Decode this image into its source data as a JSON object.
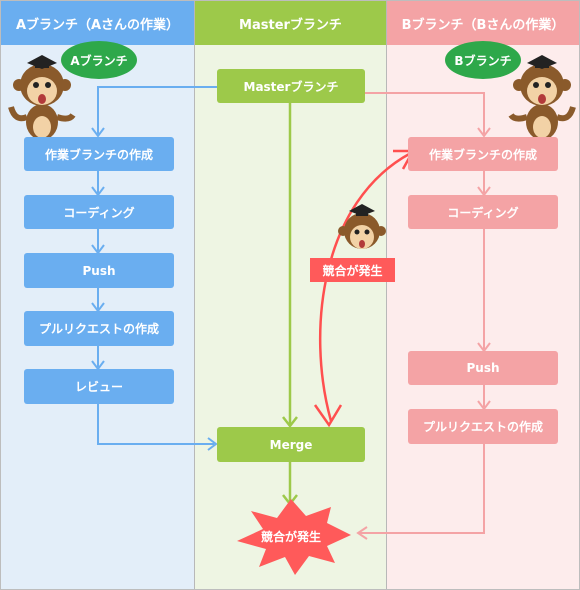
{
  "lanes": {
    "a": {
      "header": "Aブランチ（Aさんの作業）"
    },
    "m": {
      "header": "Masterブランチ"
    },
    "b": {
      "header": "Bブランチ（Bさんの作業）"
    }
  },
  "bubbles": {
    "a": "Aブランチ",
    "b": "Bブランチ"
  },
  "a_steps": [
    "作業ブランチの作成",
    "コーディング",
    "Push",
    "プルリクエストの作成",
    "レビュー"
  ],
  "master": {
    "top": "Masterブランチ",
    "merge": "Merge"
  },
  "b_steps": [
    "作業ブランチの作成",
    "コーディング",
    "Push",
    "プルリクエストの作成"
  ],
  "conflict_label": "競合が発生",
  "conflict_burst": "競合が発生",
  "colors": {
    "a": "#6aaef0",
    "m": "#9dc94a",
    "b": "#f4a3a5",
    "conflict": "#ff5a5a",
    "bubble": "#2ea84a"
  },
  "icons": [
    "monkey-with-graduation-cap",
    "confused-monkey-with-graduation-cap"
  ]
}
